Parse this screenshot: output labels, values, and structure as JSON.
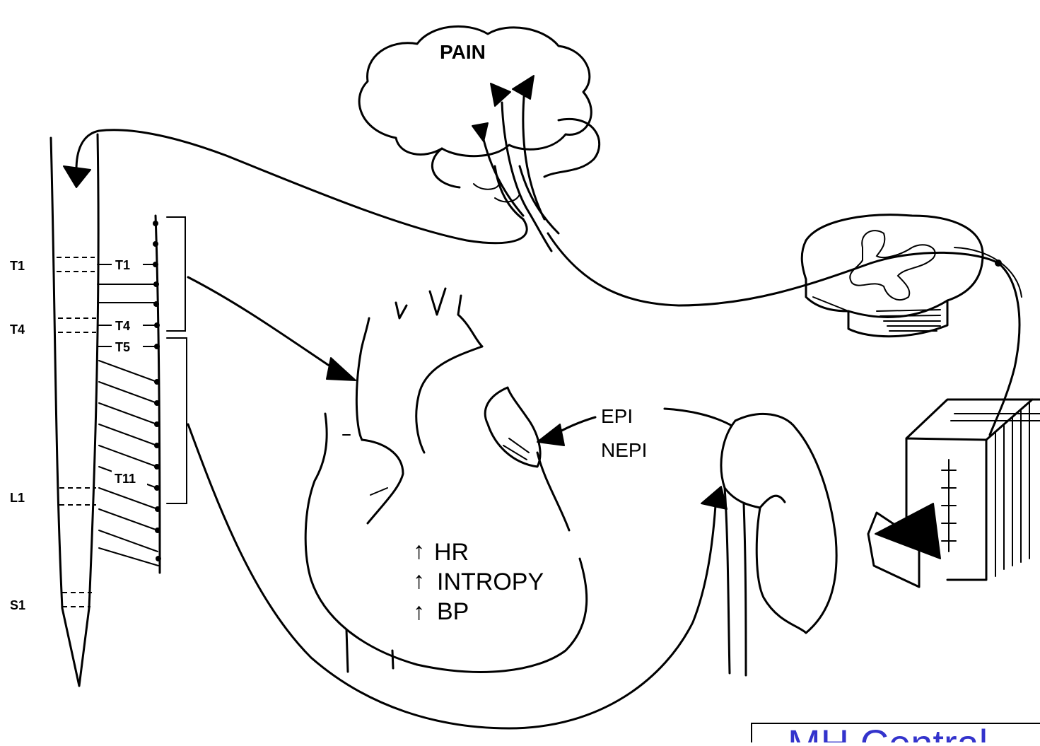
{
  "labels": {
    "pain": "PAIN",
    "epi": "EPI",
    "nepi": "NEPI",
    "effects": [
      "HR",
      "INTROPY",
      "BP"
    ]
  },
  "spine_levels": {
    "left": [
      "T1",
      "T4",
      "L1",
      "S1"
    ],
    "chain": [
      "T1",
      "T4",
      "T5",
      "T11"
    ]
  },
  "footer": {
    "text": "MH Central"
  },
  "colors": {
    "line": "#000000",
    "background": "#ffffff",
    "footer_text": "#3333cc"
  }
}
